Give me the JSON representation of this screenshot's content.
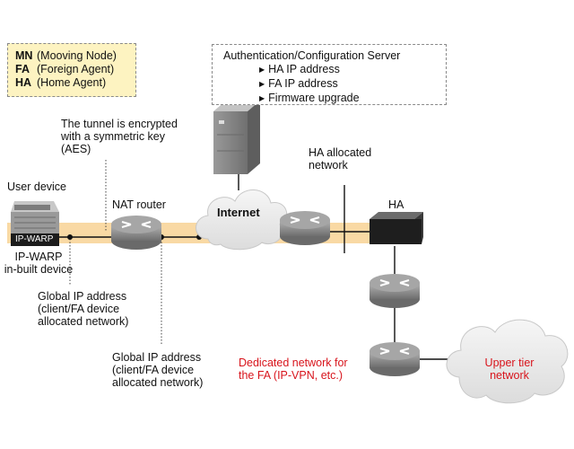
{
  "legend": {
    "items": [
      {
        "abbr": "MN",
        "desc": "(Mooving Node)"
      },
      {
        "abbr": "FA",
        "desc": "(Foreign Agent)"
      },
      {
        "abbr": "HA",
        "desc": "(Home Agent)"
      }
    ]
  },
  "server_box": {
    "title": "Authentication/Configuration Server",
    "items": [
      "HA IP address",
      "FA IP address",
      "Firmware upgrade"
    ]
  },
  "labels": {
    "tunnel": "The tunnel is encrypted\nwith a symmetric key\n(AES)",
    "user_device": "User device",
    "ipwarp_badge": "IP-WARP",
    "ipwarp_device": "IP-WARP\nin-built device",
    "nat_router": "NAT router",
    "internet": "Internet",
    "ha_network": "HA allocated\nnetwork",
    "ha": "HA",
    "global_ip_1": "Global IP address\n(client/FA device\nallocated network)",
    "global_ip_2": "Global IP address\n(client/FA device\nallocated network)",
    "dedicated": "Dedicated network for\nthe FA (IP-VPN, etc.)",
    "upper_tier": "Upper tier\nnetwork"
  },
  "colors": {
    "tunnel_band": "#f9d9a4",
    "legend_bg": "#fdf3c1",
    "red_text": "#d8141c",
    "router": "#8c8c8c",
    "cloud": "#eeeeee"
  }
}
